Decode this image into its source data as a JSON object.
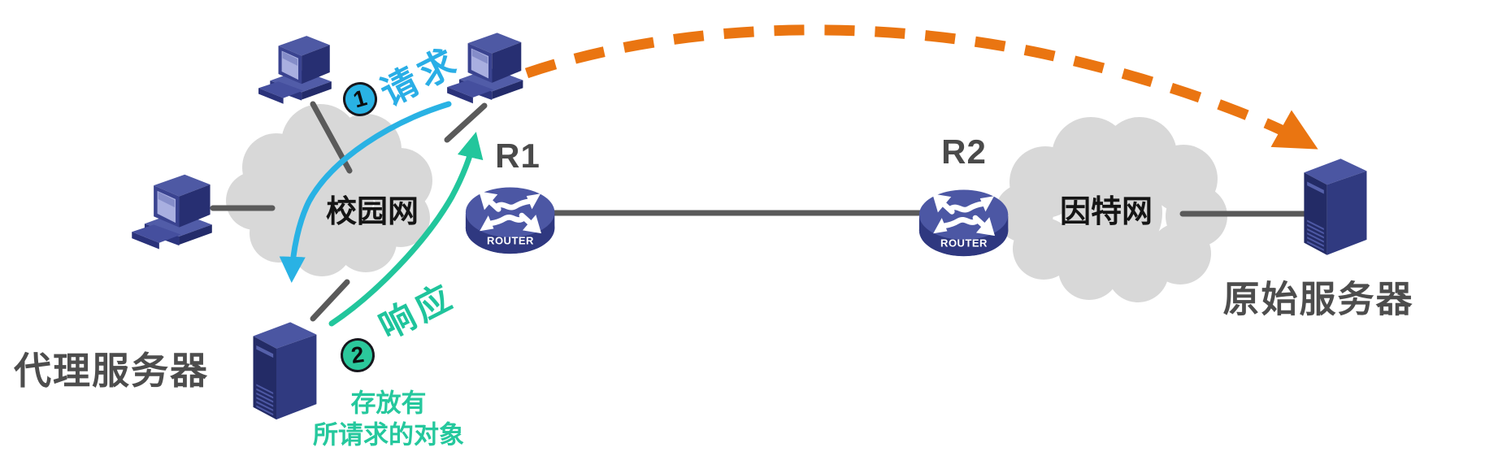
{
  "diagram": {
    "campus_cloud": {
      "label": "校园网"
    },
    "internet_cloud": {
      "label": "因特网"
    },
    "router1": {
      "label": "R1",
      "caption": "ROUTER"
    },
    "router2": {
      "label": "R2",
      "caption": "ROUTER"
    },
    "proxy_server": {
      "label": "代理服务器"
    },
    "origin_server": {
      "label": "原始服务器"
    },
    "flows": {
      "request": {
        "badge": "1",
        "label": "请求",
        "color": "#29b2e4"
      },
      "response": {
        "badge": "2",
        "label": "响应",
        "color": "#1fc49c"
      },
      "direct_request": {
        "color": "#ea7511",
        "style": "dashed-arc"
      }
    },
    "proxy_note": {
      "line1": "存放有",
      "line2": "所请求的对象",
      "color": "#25c89d"
    }
  },
  "icons": {
    "computer": "isometric-desktop-pc",
    "router": "disk-with-cross-arrows",
    "server": "tower-server",
    "cloud": "cloud-blob"
  },
  "colors": {
    "cloud_gray": "#d8d8d8",
    "link_gray": "#5a5a5a",
    "device_navy": "#2f3880",
    "label_dark_gray": "#4d4d4d",
    "label_black": "#151515"
  }
}
